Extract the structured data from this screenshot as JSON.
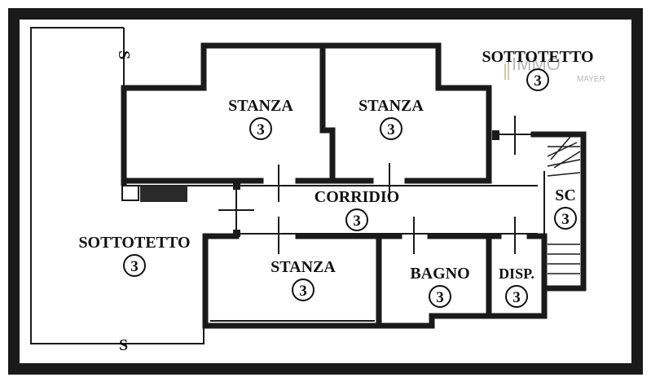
{
  "plan": {
    "rooms": [
      {
        "id": "stanza-left",
        "label": "STANZA",
        "number": "3"
      },
      {
        "id": "stanza-right",
        "label": "STANZA",
        "number": "3"
      },
      {
        "id": "sottotetto-top",
        "label": "SOTTOTETTO",
        "number": "3"
      },
      {
        "id": "corridoio",
        "label": "CORRIDIO",
        "number": "3"
      },
      {
        "id": "scale",
        "label": "SC",
        "number": "3"
      },
      {
        "id": "sottotetto-left",
        "label": "SOTTOTETTO",
        "number": "3"
      },
      {
        "id": "stanza-bottom",
        "label": "STANZA",
        "number": "3"
      },
      {
        "id": "bagno",
        "label": "BAGNO",
        "number": "3"
      },
      {
        "id": "disp",
        "label": "DISP.",
        "number": "3"
      }
    ],
    "section_marks": {
      "top": "S",
      "bottom": "S"
    }
  },
  "watermark": {
    "brand": "IMMO",
    "sub": "MAYER"
  }
}
